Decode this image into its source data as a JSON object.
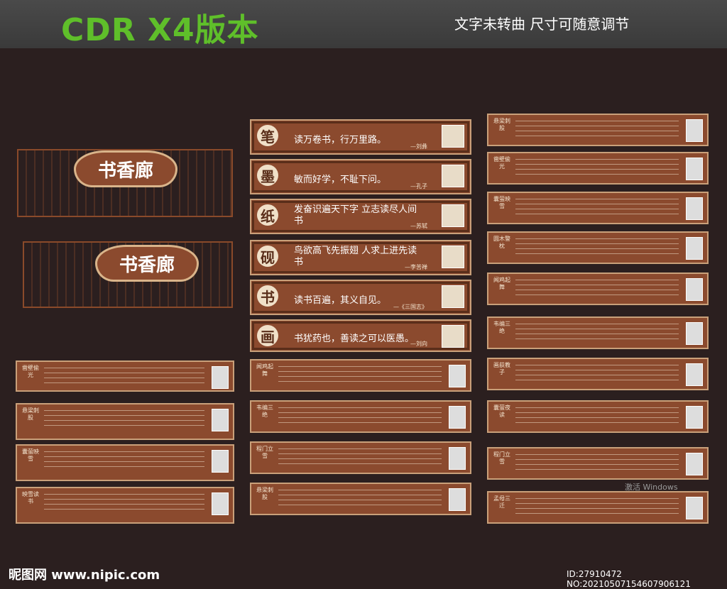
{
  "header": {
    "title": "CDR X4版本",
    "subtitle": "文字未转曲 尺寸可随意调节"
  },
  "arches": [
    {
      "label": "书香廊"
    },
    {
      "label": "书香廊"
    }
  ],
  "quotes": [
    {
      "char": "笔",
      "text": "读万卷书，行万里路。",
      "author": "—刘彝"
    },
    {
      "char": "墨",
      "text": "敏而好学，不耻下问。",
      "author": "—孔子"
    },
    {
      "char": "纸",
      "text": "发奋识遍天下字 立志读尽人间书",
      "author": "—苏轼"
    },
    {
      "char": "砚",
      "text": "鸟欲高飞先振翅 人求上进先读书",
      "author": "—李苦禅"
    },
    {
      "char": "书",
      "text": "读书百遍，其义自见。",
      "author": "—《三国志》"
    },
    {
      "char": "画",
      "text": "书犹药也，善读之可以医愚。",
      "author": "—刘向"
    }
  ],
  "left_story_titles": [
    "凿壁偷光",
    "悬梁刺股",
    "囊萤映雪",
    "映雪读书"
  ],
  "mid_story_titles": [
    "闻鸡起舞",
    "韦编三绝",
    "程门立雪",
    "悬梁刺股"
  ],
  "right_story_titles": [
    "悬梁刺股",
    "凿壁偷光",
    "囊萤映雪",
    "圆木警枕",
    "闻鸡起舞",
    "韦编三绝",
    "画荻教子",
    "囊萤夜读",
    "程门立雪",
    "孟母三迁"
  ],
  "footer": {
    "site": "昵图网 www.nipic.com",
    "id": "ID:27910472 NO:20210507154607906121",
    "activate": "激活 Windows"
  }
}
